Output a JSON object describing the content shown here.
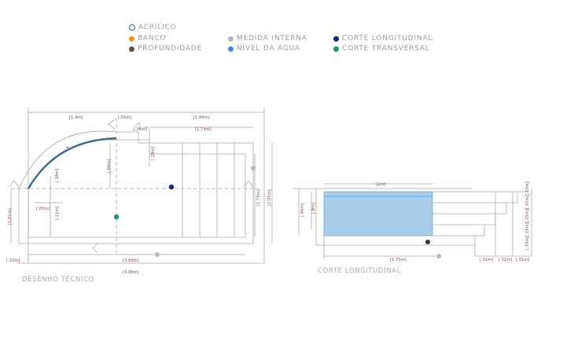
{
  "legend": [
    {
      "label": "ACRÍLICO",
      "color": "#ffffff",
      "border": "#3a6a8a",
      "icon": "ring-icon"
    },
    {
      "label": "BANCO",
      "color": "#f0902a",
      "icon": "dot-icon"
    },
    {
      "label": "PROFUNDIDADE",
      "color": "#555558",
      "icon": "dot-icon"
    },
    {
      "label": "MEDIDA INTERNA",
      "color": "#b8b8bc",
      "icon": "dot-icon"
    },
    {
      "label": "NÍVEL DA ÁGUA",
      "color": "#3a8ee0",
      "icon": "dot-icon"
    },
    {
      "label": "CORTE LONGITUDINAL",
      "color": "#1a2a7a",
      "icon": "dot-icon"
    },
    {
      "label": "CORTE TRANSVERSAL",
      "color": "#1a9a5a",
      "icon": "dot-icon"
    }
  ],
  "plan": {
    "caption": "DESENHO TÉCNICO",
    "dims": {
      "top_left": "[1.4m]",
      "top_mid": "[.55m]",
      "top_right": "[1.84m]",
      "top_small": "[.06m]",
      "top_inner": "[1.74m]",
      "v_mid": "[.66m]",
      "v_small": "[.18m]",
      "v_left_a": "[.18m]",
      "v_left_b": "[.11m]",
      "h_left": "[.05m]",
      "left_side": "[1.01m]",
      "right_in": "[1.73m]",
      "right_out": "[2.03m]",
      "bottom_inner": "[3.69m]",
      "bottom_outer": "[3.99m]",
      "bottom_left": "[.15m]"
    }
  },
  "section": {
    "caption": "CORTE LONGITUDINAL",
    "dims": {
      "top": "[2m]",
      "left_out": "[.46m]",
      "left_in": "[.8m]",
      "bottom": "[2.75m]",
      "step1": "[.31m]",
      "step2": "[.31m]",
      "step3": "[.31m]",
      "right_stack": "[.15m][.15m][.15m][.15m][.23m]"
    }
  },
  "colors": {
    "line": "#a8a8ae",
    "dim": "#8a5a6a",
    "water": "#a8cde8",
    "acrylic": "#3a6a8a"
  }
}
